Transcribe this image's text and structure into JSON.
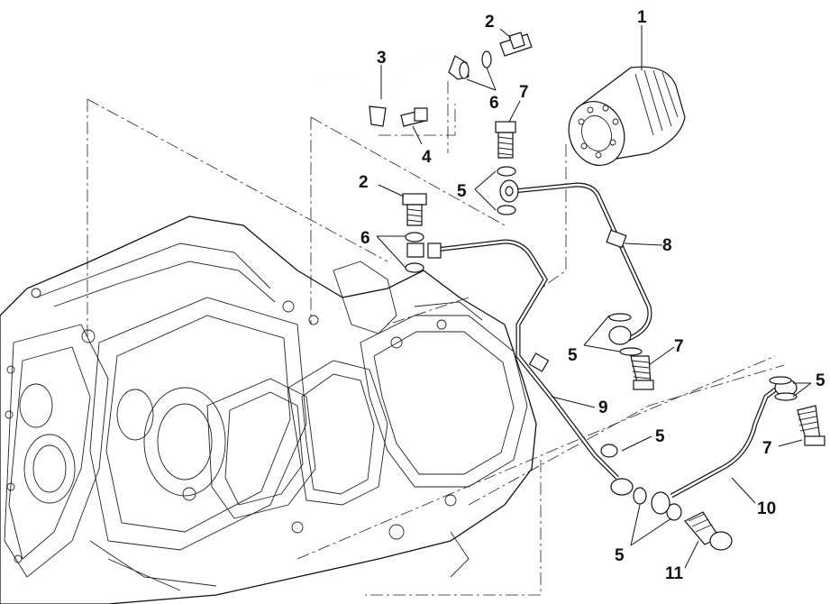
{
  "diagram": {
    "type": "exploded-parts-diagram",
    "callouts": [
      {
        "id": "c1a",
        "label": "1"
      },
      {
        "id": "c2a",
        "label": "2"
      },
      {
        "id": "c3a",
        "label": "3"
      },
      {
        "id": "c6a",
        "label": "6"
      },
      {
        "id": "c7a",
        "label": "7"
      },
      {
        "id": "c4a",
        "label": "4"
      },
      {
        "id": "c2b",
        "label": "2"
      },
      {
        "id": "c5a",
        "label": "5"
      },
      {
        "id": "c6b",
        "label": "6"
      },
      {
        "id": "c8a",
        "label": "8"
      },
      {
        "id": "c5b",
        "label": "5"
      },
      {
        "id": "c7b",
        "label": "7"
      },
      {
        "id": "c5c",
        "label": "5"
      },
      {
        "id": "c9a",
        "label": "9"
      },
      {
        "id": "c5d",
        "label": "5"
      },
      {
        "id": "c7c",
        "label": "7"
      },
      {
        "id": "c10a",
        "label": "10"
      },
      {
        "id": "c5e",
        "label": "5"
      },
      {
        "id": "c11a",
        "label": "11"
      }
    ]
  }
}
